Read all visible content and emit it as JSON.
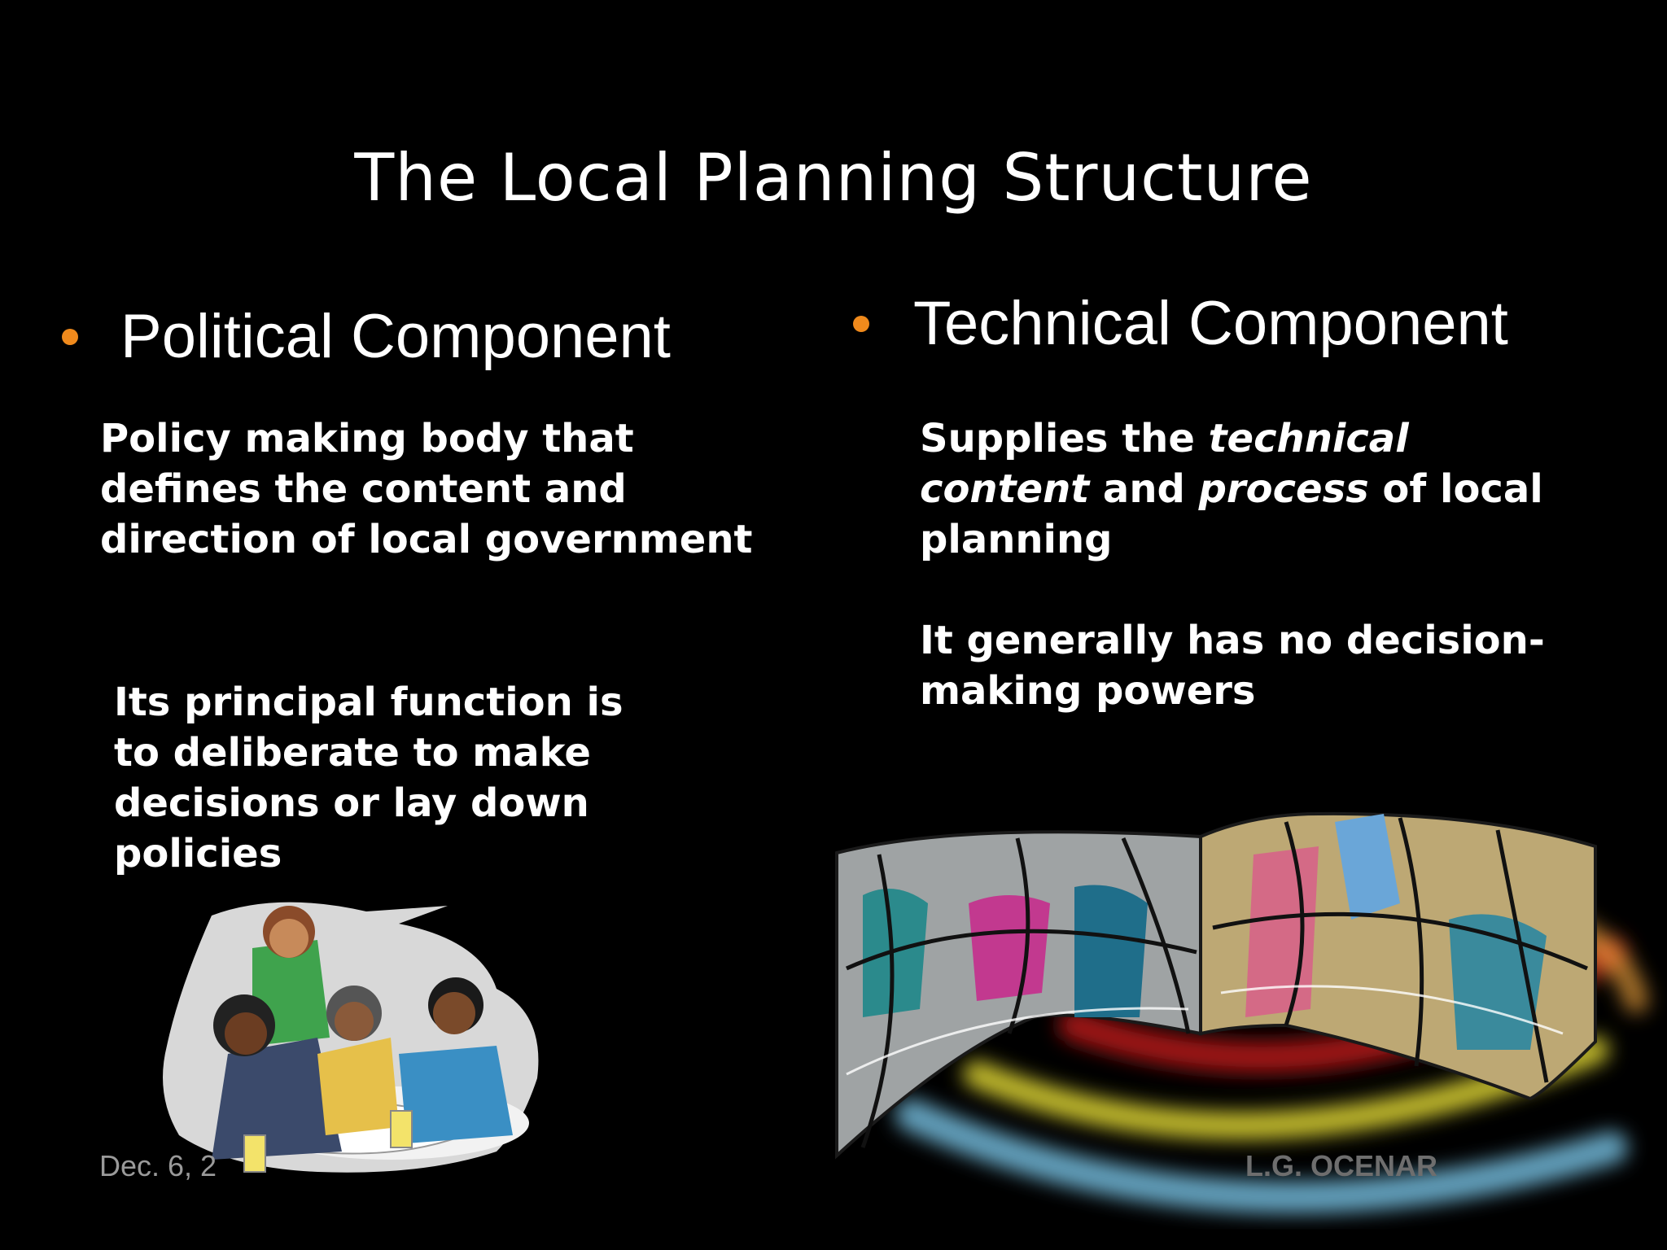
{
  "slide": {
    "title": "The Local Planning Structure",
    "left": {
      "heading": "Political Component",
      "para1": "Policy making body that defines the content and direction of local government",
      "para2_lines": [
        "Its principal function is",
        "to deliberate to make",
        "decisions or lay down",
        "policies"
      ]
    },
    "right": {
      "heading": "Technical Component",
      "para1": {
        "t1": "Supplies the ",
        "t2": "technical",
        "t3": "content",
        "t4": " and ",
        "t5": "process",
        "t6": " of local",
        "t7": "planning"
      },
      "para2_lines": [
        "It generally has no decision-",
        "making powers"
      ]
    },
    "footer": {
      "date": "Dec. 6, 2",
      "author": "L.G. OCENAR"
    },
    "colors": {
      "bullet": "#f08a1c",
      "background": "#000000",
      "text": "#ffffff"
    }
  }
}
